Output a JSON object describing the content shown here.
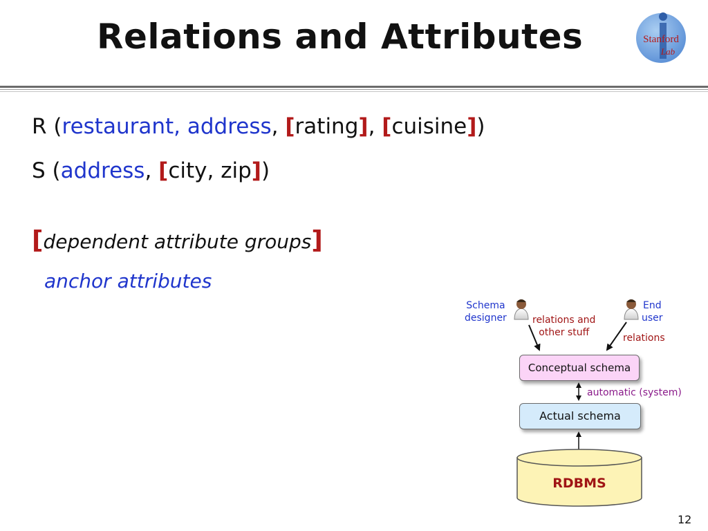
{
  "slide": {
    "title": "Relations and Attributes",
    "page_number": "12"
  },
  "logo": {
    "text_top": "Stanford",
    "text_bottom": "Lab"
  },
  "lines": {
    "r": {
      "name": "R",
      "open": "(",
      "anchor1": "restaurant, address",
      "comma1": ",",
      "bracket_open1": "[",
      "group1": "rating",
      "bracket_close1": "]",
      "comma2": ",",
      "bracket_open2": "[",
      "group2": "cuisine",
      "bracket_close2": "]",
      "close": ")"
    },
    "s": {
      "name": "S",
      "open": "(",
      "anchor1": "address",
      "comma1": ",",
      "bracket_open1": "[",
      "group1": "city, zip",
      "bracket_close1": "]",
      "close": ")"
    },
    "legend_dependent": {
      "bracket_open": "[",
      "text": "dependent attribute groups",
      "bracket_close": "]"
    },
    "legend_anchor": "anchor attributes"
  },
  "diagram": {
    "schema_designer": "Schema designer",
    "schema_designer_l1": "Schema",
    "schema_designer_l2": "designer",
    "end_user_l1": "End",
    "end_user_l2": "user",
    "relations_other_l1": "relations and",
    "relations_other_l2": "other stuff",
    "relations": "relations",
    "conceptual_schema": "Conceptual schema",
    "automatic": "automatic (system)",
    "actual_schema": "Actual schema",
    "rdbms": "RDBMS",
    "icons": [
      "user-icon",
      "user-icon"
    ],
    "colors": {
      "conceptual_fill": "#fbd4f7",
      "actual_fill": "#d5ebfb",
      "rdbms_fill": "#fdf3b6",
      "anchor_blue": "#1f35cc",
      "bracket_red": "#b21a1a"
    }
  }
}
